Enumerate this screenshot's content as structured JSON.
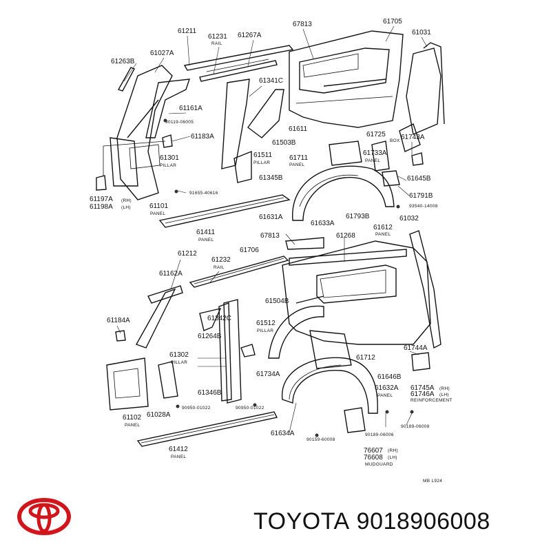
{
  "diagram": {
    "upper_labels": [
      {
        "text": "61211"
      },
      {
        "text": "61231"
      },
      {
        "text": "RAIL"
      },
      {
        "text": "61267A"
      },
      {
        "text": "67813"
      },
      {
        "text": "61705"
      },
      {
        "text": "61031"
      },
      {
        "text": "61263B"
      },
      {
        "text": "61027A"
      },
      {
        "text": "61341C"
      },
      {
        "text": "61161A"
      },
      {
        "text": "90119-06005"
      },
      {
        "text": "61183A"
      },
      {
        "text": "61611"
      },
      {
        "text": "61503B"
      },
      {
        "text": "61725"
      },
      {
        "text": "BOX"
      },
      {
        "text": "61743A"
      },
      {
        "text": "61301"
      },
      {
        "text": "PILLAR"
      },
      {
        "text": "61511"
      },
      {
        "text": "PILLAR"
      },
      {
        "text": "61711"
      },
      {
        "text": "PANEL"
      },
      {
        "text": "61733A"
      },
      {
        "text": "PANEL"
      },
      {
        "text": "61345B"
      },
      {
        "text": "61645B"
      },
      {
        "text": "91655-40616"
      },
      {
        "text": "61791B"
      },
      {
        "text": "61197A"
      },
      {
        "text": "61198A"
      },
      {
        "text": "(RH)"
      },
      {
        "text": "(LH)"
      },
      {
        "text": "61101"
      },
      {
        "text": "PANEL"
      },
      {
        "text": "93540-14008"
      },
      {
        "text": "61411"
      },
      {
        "text": "PANEL"
      },
      {
        "text": "61631A"
      },
      {
        "text": "61633A"
      },
      {
        "text": "61793B"
      },
      {
        "text": "61612"
      },
      {
        "text": "61032"
      },
      {
        "text": "PANEL"
      }
    ],
    "lower_labels": [
      {
        "text": "67813"
      },
      {
        "text": "61268"
      },
      {
        "text": "61212"
      },
      {
        "text": "61232"
      },
      {
        "text": "RAIL"
      },
      {
        "text": "61706"
      },
      {
        "text": "61162A"
      },
      {
        "text": "61504B"
      },
      {
        "text": "61342C"
      },
      {
        "text": "61512"
      },
      {
        "text": "PILLAR"
      },
      {
        "text": "61184A"
      },
      {
        "text": "61264B"
      },
      {
        "text": "61744A"
      },
      {
        "text": "61302"
      },
      {
        "text": "PILLAR"
      },
      {
        "text": "61712"
      },
      {
        "text": "61734A"
      },
      {
        "text": "61646B"
      },
      {
        "text": "61632A"
      },
      {
        "text": "PANEL"
      },
      {
        "text": "61745A"
      },
      {
        "text": "(RH)"
      },
      {
        "text": "61746A"
      },
      {
        "text": "(LH)"
      },
      {
        "text": "REINFORCEMENT"
      },
      {
        "text": "61346B"
      },
      {
        "text": "90950-01022"
      },
      {
        "text": "90950-01022"
      },
      {
        "text": "61102"
      },
      {
        "text": "PANEL"
      },
      {
        "text": "61028A"
      },
      {
        "text": "90189-06008"
      },
      {
        "text": "61634A"
      },
      {
        "text": "90159-60008"
      },
      {
        "text": "90189-06006"
      },
      {
        "text": "76607"
      },
      {
        "text": "(RH)"
      },
      {
        "text": "76608"
      },
      {
        "text": "(LH)"
      },
      {
        "text": "MUDGUARD"
      },
      {
        "text": "61412"
      },
      {
        "text": "PANEL"
      },
      {
        "text": "MB L924"
      }
    ]
  },
  "footer": {
    "brand": "TOYOTA",
    "part_number": "9018906008",
    "logo_icon": "toyota-emblem-icon",
    "logo_color": "#d0151b"
  }
}
